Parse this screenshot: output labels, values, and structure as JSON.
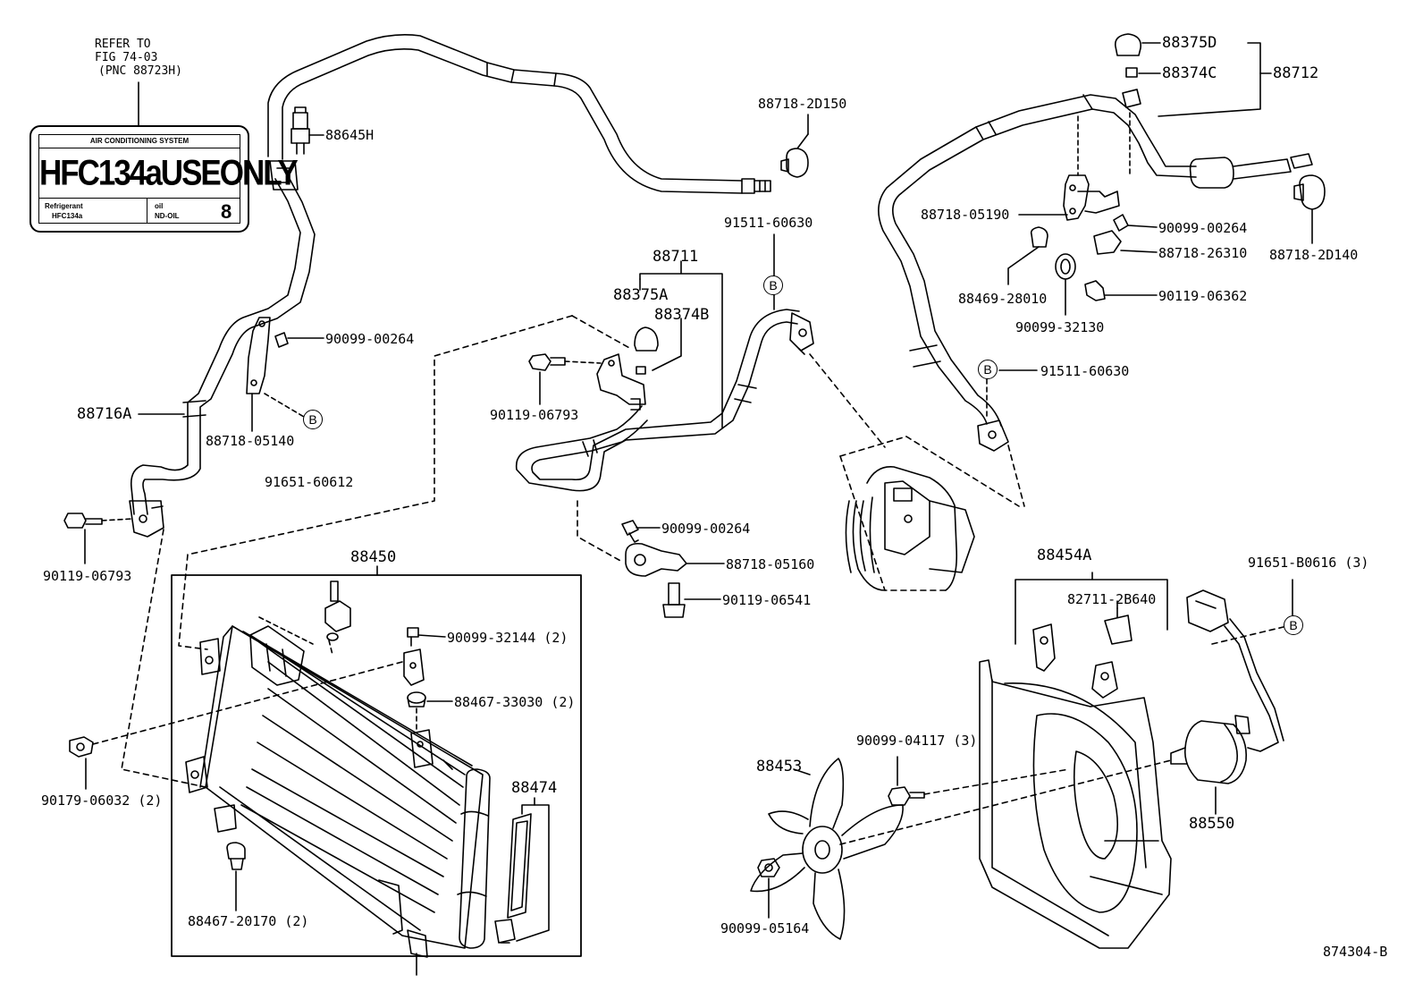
{
  "refer_note": {
    "line1": "REFER TO",
    "line2": "FIG 74-03",
    "line3": "(PNC 88723H)"
  },
  "label_badge": {
    "header": "AIR CONDITIONING SYSTEM",
    "main": "HFC134aUSEONLY",
    "refrigerant_label": "Refrigerant",
    "refrigerant_value": "HFC134a",
    "oil_label": "oil",
    "oil_value": "ND-OIL",
    "oil_number": "8"
  },
  "circle_marker": "B",
  "parts": {
    "p88645H": "88645H",
    "p88718_2D150": "88718-2D150",
    "p88375D": "88375D",
    "p88374C": "88374C",
    "p88712": "88712",
    "p88718_05190": "88718-05190",
    "p90099_00264_a": "90099-00264",
    "p88718_26310": "88718-26310",
    "p88718_2D140": "88718-2D140",
    "p91511_60630_a": "91511-60630",
    "p88711": "88711",
    "p88375A": "88375A",
    "p88374B": "88374B",
    "p88469_28010": "88469-28010",
    "p90119_06362": "90119-06362",
    "p90099_32130": "90099-32130",
    "p90099_00264_b": "90099-00264",
    "p91511_60630_b": "91511-60630",
    "p88716A": "88716A",
    "p88718_05140": "88718-05140",
    "p91651_60612": "91651-60612",
    "p90119_06793_a": "90119-06793",
    "p90119_06793_b": "90119-06793",
    "p90099_00264_c": "90099-00264",
    "p88718_05160": "88718-05160",
    "p90119_06541": "90119-06541",
    "p88450": "88450",
    "p90099_32144": "90099-32144 (2)",
    "p88467_33030": "88467-33030 (2)",
    "p90179_06032": "90179-06032 (2)",
    "p88474": "88474",
    "p88467_20170": "88467-20170 (2)",
    "p88454A": "88454A",
    "p82711_2B640": "82711-2B640",
    "p91651_B0616": "91651-B0616 (3)",
    "p90099_04117": "90099-04117 (3)",
    "p88453": "88453",
    "p88550": "88550",
    "p90099_05164": "90099-05164"
  },
  "figure_code": "874304-B"
}
